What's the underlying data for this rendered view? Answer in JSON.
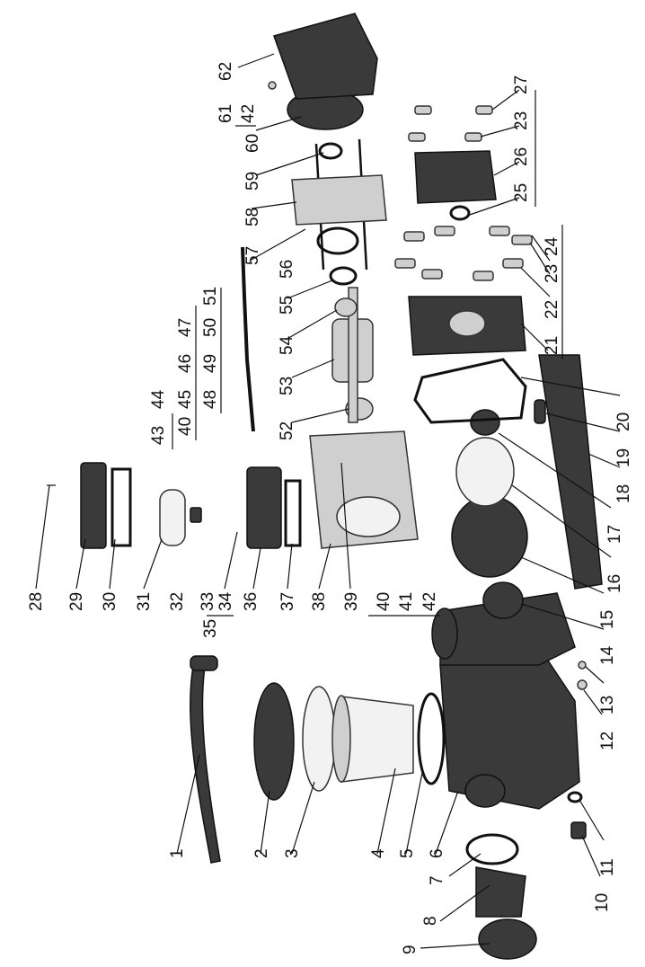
{
  "diagram": {
    "labels": {
      "p1": "1",
      "p2": "2",
      "p3": "3",
      "p4": "4",
      "p5": "5",
      "p6": "6",
      "p7": "7",
      "p8": "8",
      "p9": "9",
      "p10": "10",
      "p11": "11",
      "p12": "12",
      "p13": "13",
      "p14": "14",
      "p15": "15",
      "p16": "16",
      "p17": "17",
      "p18": "18",
      "p19": "19",
      "p20": "20",
      "p21": "21",
      "p22": "22",
      "p23a": "23",
      "p24": "24",
      "p25": "25",
      "p26": "26",
      "p23b": "23",
      "p27": "27",
      "p28": "28",
      "p29": "29",
      "p30": "30",
      "p31": "31",
      "p32": "32",
      "p33": "33",
      "p34": "34",
      "p35": "35",
      "p36": "36",
      "p37": "37",
      "p38": "38",
      "p39": "39",
      "p40": "40",
      "p41": "41",
      "p42": "42",
      "p43": "43",
      "p44": "44",
      "p40b": "40",
      "p45": "45",
      "p46": "46",
      "p47": "47",
      "p48": "48",
      "p49": "49",
      "p50": "50",
      "p51": "51",
      "p52": "52",
      "p53": "53",
      "p54": "54",
      "p55": "55",
      "p56": "56",
      "p57": "57",
      "p58": "58",
      "p59": "59",
      "p60": "60",
      "p61": "61",
      "p42b": "42",
      "p62": "62"
    }
  }
}
